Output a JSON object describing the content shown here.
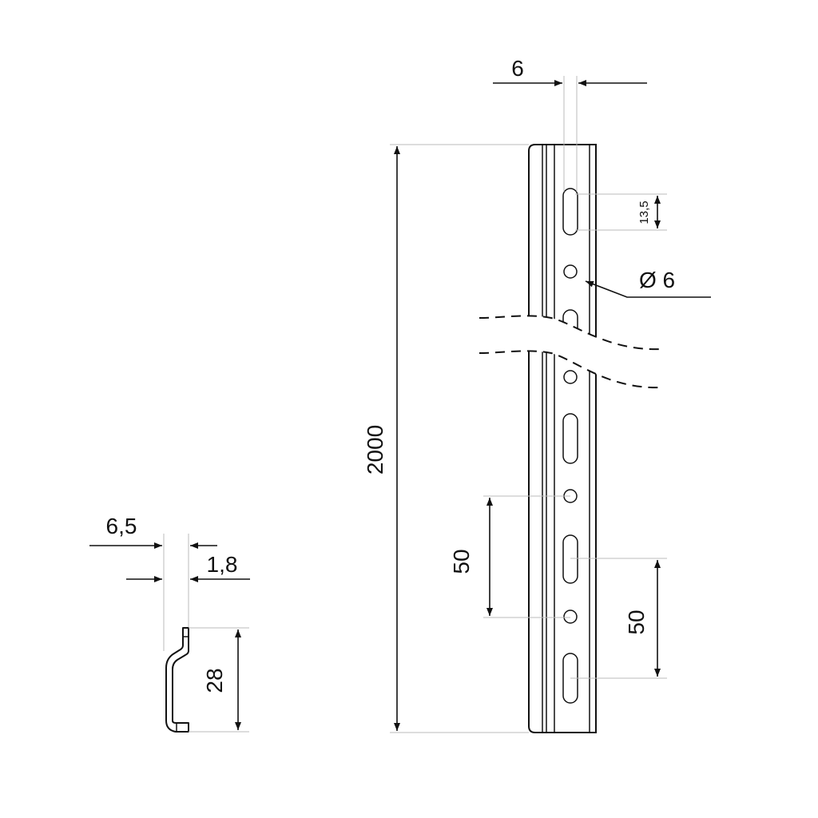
{
  "dimensions": {
    "length": "2000",
    "rail_width": "6",
    "slot_height": "13,5",
    "hole_diameter": "Ø 6",
    "pitch_left": "50",
    "pitch_right": "50",
    "profile_depth": "6,5",
    "thickness": "1,8",
    "profile_height": "28"
  }
}
